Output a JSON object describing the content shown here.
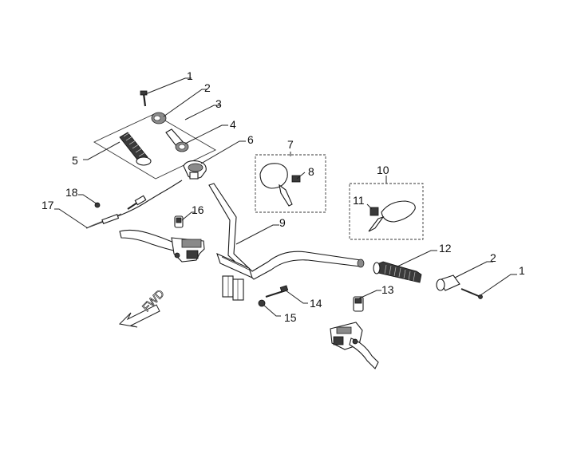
{
  "callouts": [
    "1",
    "2",
    "3",
    "4",
    "5",
    "6",
    "7",
    "8",
    "9",
    "10",
    "11",
    "12",
    "13",
    "14",
    "15",
    "16",
    "17",
    "18"
  ],
  "direction_label": "FWD",
  "colors": {
    "line": "#222222",
    "background": "#ffffff"
  }
}
